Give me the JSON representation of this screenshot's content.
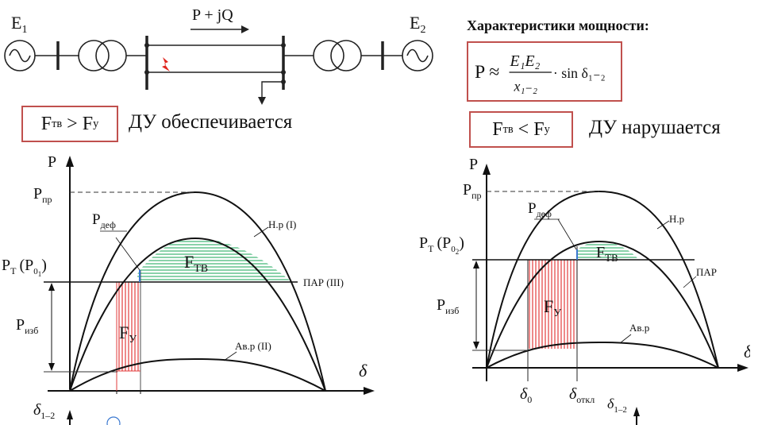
{
  "scheme": {
    "e1": "E",
    "e1_sub": "1",
    "e2": "E",
    "e2_sub": "2",
    "flow": "P + jQ"
  },
  "header": "Характеристики мощности:",
  "formula": {
    "lhs": "P ≈",
    "num": "E₁E₂",
    "den": "x₁₋₂",
    "tail": "· sin δ₁₋₂"
  },
  "left_condition": {
    "box": "F",
    "box_sub1": "тв",
    "box_op": ">",
    "box_sub2": "у",
    "text": "ДУ обеспечивается"
  },
  "right_condition": {
    "box": "F",
    "box_sub1": "тв",
    "box_op": "<",
    "box_sub2": "у",
    "text": "ДУ нарушается"
  },
  "left_graph": {
    "y_axis": "P",
    "x_axis": "δ",
    "x_axis_bottom": "δ",
    "x_axis_bottom_sub": "1–2",
    "p_max": "P",
    "p_max_sub": "пр",
    "p_t": "P",
    "p_t_sub": "Т",
    "p0": "(P",
    "p0_sub": "0",
    "p0_sub2": "1",
    "p0_close": ")",
    "p_izb": "P",
    "p_izb_sub": "изб",
    "p_def": "P",
    "p_def_sub": "деф",
    "f_tv": "F",
    "f_tv_sub": "ТВ",
    "f_u": "F",
    "f_u_sub": "У",
    "curve_normal": "Н.р (I)",
    "curve_post": "ПАР (III)",
    "curve_fault": "Ав.р (II)"
  },
  "right_graph": {
    "y_axis": "P",
    "x_axis": "δ",
    "x_axis_bottom": "δ",
    "x_axis_bottom_sub": "1–2",
    "p_max": "P",
    "p_max_sub": "пр",
    "p_t": "P",
    "p_t_sub": "Т",
    "p0": "(P",
    "p0_sub": "0",
    "p0_sub2": "2",
    "p0_close": ")",
    "p_izb": "P",
    "p_izb_sub": "изб",
    "p_def": "P",
    "p_def_sub": "деф",
    "f_tv": "F",
    "f_tv_sub": "ТВ",
    "f_u": "F",
    "f_u_sub": "У",
    "curve_normal": "Н.р",
    "curve_post": "ПАР",
    "curve_fault": "Ав.р",
    "delta0": "δ",
    "delta0_sub": "0",
    "delta_off": "δ",
    "delta_off_sub": "откл"
  },
  "colors": {
    "accent_box": "#c0504d",
    "f_tv_fill": "#3cb371",
    "f_u_fill": "#e23b3b"
  }
}
